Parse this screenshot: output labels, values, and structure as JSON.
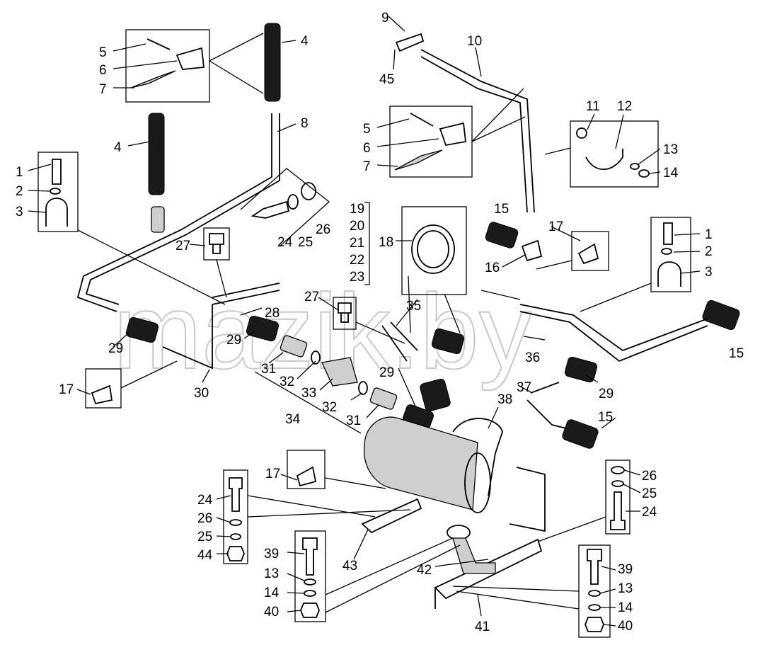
{
  "watermark": "mazik.by",
  "callouts": [
    {
      "id": "c9",
      "text": "9"
    },
    {
      "id": "c10",
      "text": "10"
    },
    {
      "id": "c45",
      "text": "45"
    },
    {
      "id": "c5a",
      "text": "5"
    },
    {
      "id": "c6a",
      "text": "6"
    },
    {
      "id": "c7a",
      "text": "7"
    },
    {
      "id": "c4a",
      "text": "4"
    },
    {
      "id": "c4b",
      "text": "4"
    },
    {
      "id": "c8",
      "text": "8"
    },
    {
      "id": "c5b",
      "text": "5"
    },
    {
      "id": "c6b",
      "text": "6"
    },
    {
      "id": "c7b",
      "text": "7"
    },
    {
      "id": "c11",
      "text": "11"
    },
    {
      "id": "c12",
      "text": "12"
    },
    {
      "id": "c13a",
      "text": "13"
    },
    {
      "id": "c14a",
      "text": "14"
    },
    {
      "id": "c1a",
      "text": "1"
    },
    {
      "id": "c2a",
      "text": "2"
    },
    {
      "id": "c3a",
      "text": "3"
    },
    {
      "id": "c19",
      "text": "19"
    },
    {
      "id": "c20",
      "text": "20"
    },
    {
      "id": "c21",
      "text": "21"
    },
    {
      "id": "c22",
      "text": "22"
    },
    {
      "id": "c23",
      "text": "23"
    },
    {
      "id": "c18",
      "text": "18"
    },
    {
      "id": "c24a",
      "text": "24"
    },
    {
      "id": "c25a",
      "text": "25"
    },
    {
      "id": "c26a",
      "text": "26"
    },
    {
      "id": "c27a",
      "text": "27"
    },
    {
      "id": "c15a",
      "text": "15"
    },
    {
      "id": "c16",
      "text": "16"
    },
    {
      "id": "c17a",
      "text": "17"
    },
    {
      "id": "c1b",
      "text": "1"
    },
    {
      "id": "c2b",
      "text": "2"
    },
    {
      "id": "c3b",
      "text": "3"
    },
    {
      "id": "c28",
      "text": "28"
    },
    {
      "id": "c27b",
      "text": "27"
    },
    {
      "id": "c35",
      "text": "35"
    },
    {
      "id": "c36",
      "text": "36"
    },
    {
      "id": "c29a",
      "text": "29"
    },
    {
      "id": "c29b",
      "text": "29"
    },
    {
      "id": "c29c",
      "text": "29"
    },
    {
      "id": "c29d",
      "text": "29"
    },
    {
      "id": "c15b",
      "text": "15"
    },
    {
      "id": "c31a",
      "text": "31"
    },
    {
      "id": "c32a",
      "text": "32"
    },
    {
      "id": "c33",
      "text": "33"
    },
    {
      "id": "c32b",
      "text": "32"
    },
    {
      "id": "c31b",
      "text": "31"
    },
    {
      "id": "c34",
      "text": "34"
    },
    {
      "id": "c30",
      "text": "30"
    },
    {
      "id": "c17b",
      "text": "17"
    },
    {
      "id": "c37",
      "text": "37"
    },
    {
      "id": "c38",
      "text": "38"
    },
    {
      "id": "c15c",
      "text": "15"
    },
    {
      "id": "c17c",
      "text": "17"
    },
    {
      "id": "c24b",
      "text": "24"
    },
    {
      "id": "c26b",
      "text": "26"
    },
    {
      "id": "c25b",
      "text": "25"
    },
    {
      "id": "c44",
      "text": "44"
    },
    {
      "id": "c26c",
      "text": "26"
    },
    {
      "id": "c25c",
      "text": "25"
    },
    {
      "id": "c24c",
      "text": "24"
    },
    {
      "id": "c39a",
      "text": "39"
    },
    {
      "id": "c13b",
      "text": "13"
    },
    {
      "id": "c14b",
      "text": "14"
    },
    {
      "id": "c40a",
      "text": "40"
    },
    {
      "id": "c43",
      "text": "43"
    },
    {
      "id": "c42",
      "text": "42"
    },
    {
      "id": "c41",
      "text": "41"
    },
    {
      "id": "c39b",
      "text": "39"
    },
    {
      "id": "c13c",
      "text": "13"
    },
    {
      "id": "c14c",
      "text": "14"
    },
    {
      "id": "c40b",
      "text": "40"
    }
  ]
}
